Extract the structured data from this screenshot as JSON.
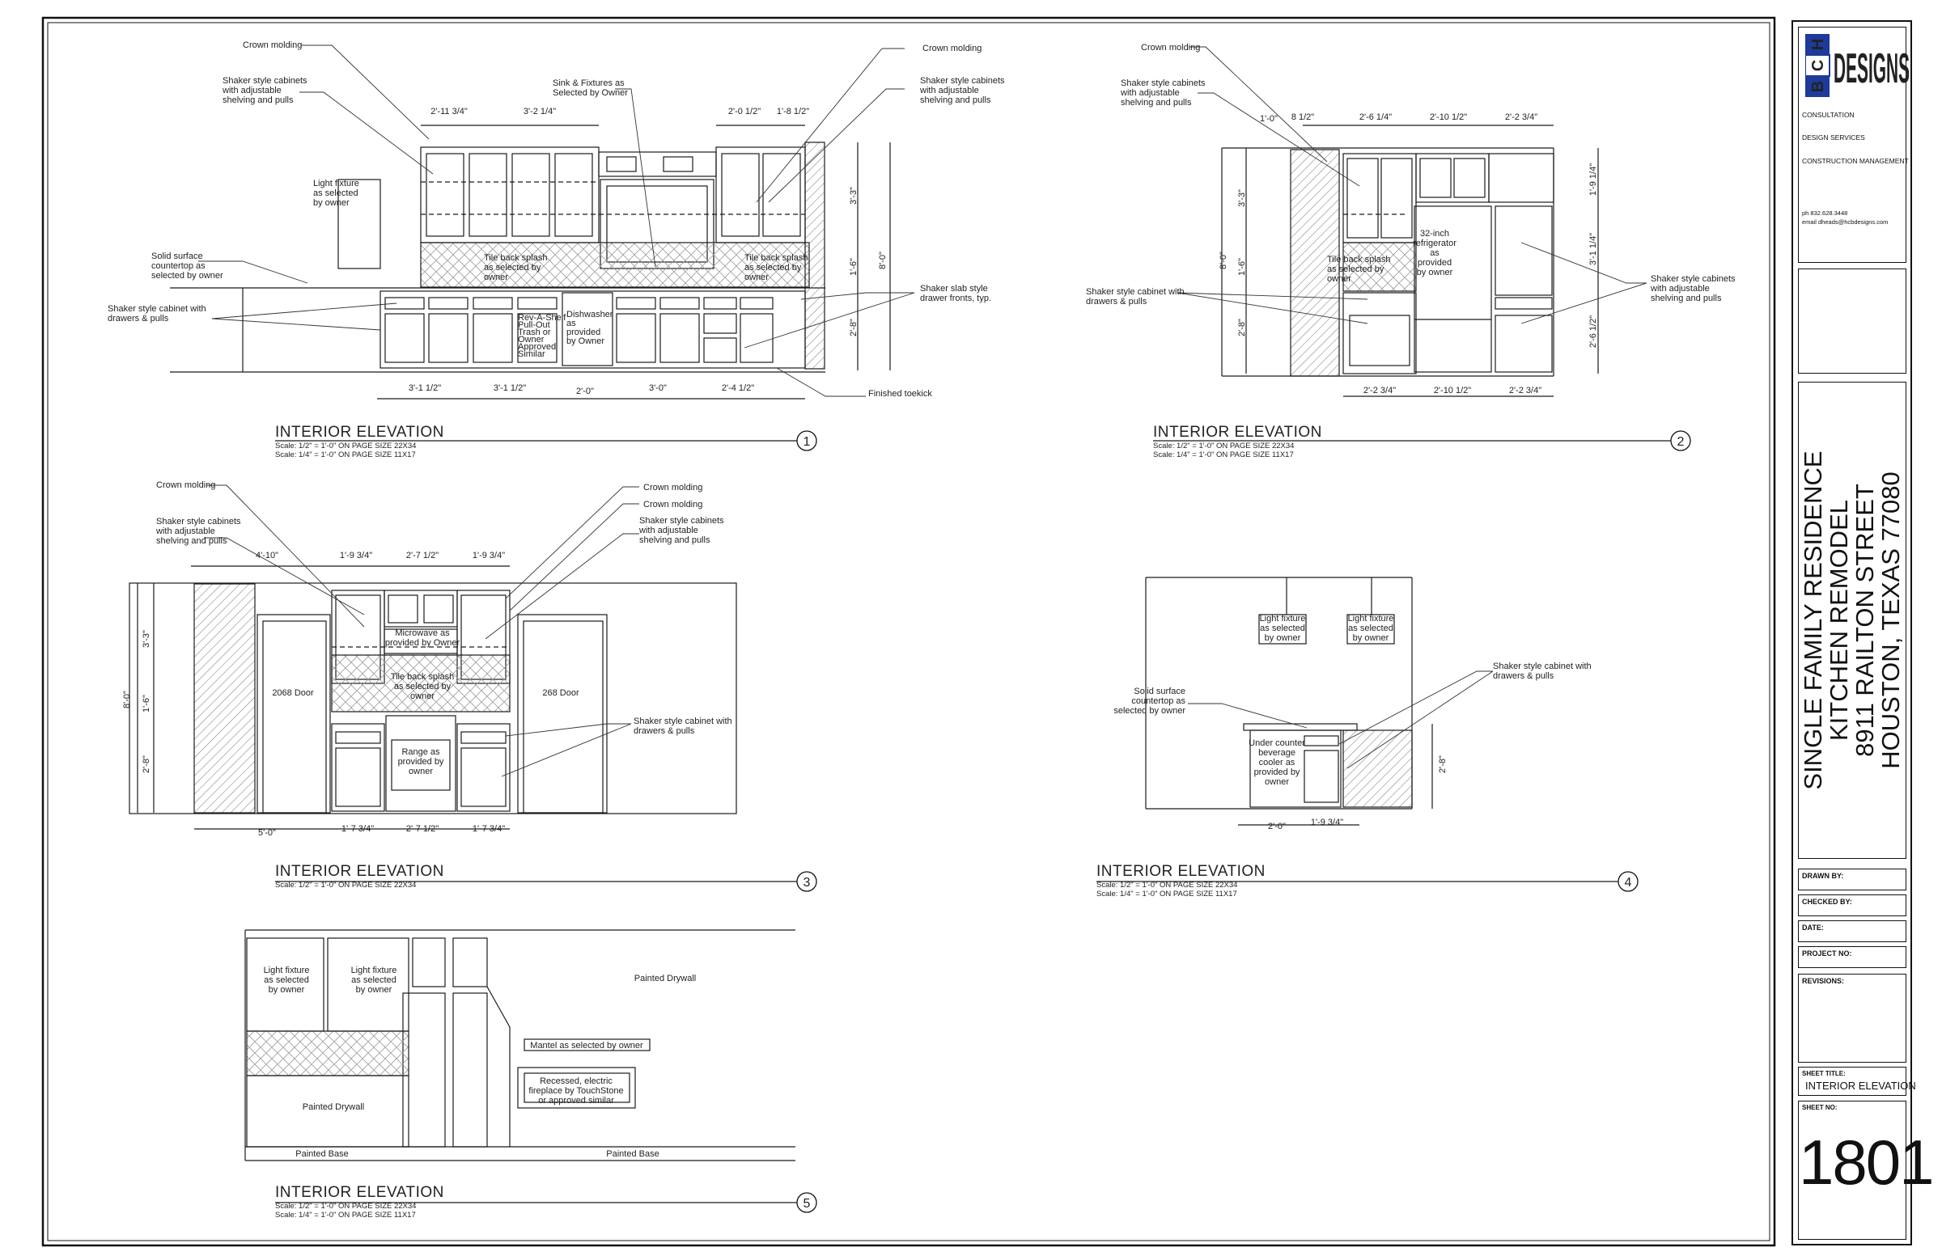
{
  "elevation_title": "INTERIOR ELEVATION",
  "scale_22x34": "Scale: 1/2\" = 1'-0\" ON PAGE SIZE 22X34",
  "scale_11x17": "Scale: 1/4\" = 1'-0\" ON PAGE SIZE 11X17",
  "elevations": [
    {
      "number": "1"
    },
    {
      "number": "2"
    },
    {
      "number": "3"
    },
    {
      "number": "4"
    },
    {
      "number": "5"
    }
  ],
  "e1": {
    "labels": {
      "crown": "Crown molding",
      "shaker_l": [
        "Shaker style cabinets",
        "with  adjustable",
        "shelving and pulls"
      ],
      "light": [
        "Light fixture",
        "as selected",
        "by owner"
      ],
      "solid": [
        "Solid surface",
        "countertop as",
        "selected by owner"
      ],
      "drawers": [
        "Shaker style cabinet with",
        "drawers & pulls"
      ],
      "sink": [
        "Sink & Fixtures as",
        "Selected by Owner"
      ],
      "tile_l": [
        "Tile back splash",
        "as selected by",
        "owner"
      ],
      "tile_r": [
        "Tile back splash",
        "as selected by",
        "owner"
      ],
      "crown_r": "Crown molding",
      "shaker_r": [
        "Shaker style cabinets",
        "with  adjustable",
        "shelving and pulls"
      ],
      "slab": [
        "Shaker slab style",
        "drawer fronts, typ."
      ],
      "dishwasher": [
        "Dishwasher",
        "as",
        "provided",
        "by Owner"
      ],
      "trash": [
        "Rev-A-Shelf",
        "Pull-Out",
        "Trash or",
        "Owner",
        "Approved",
        "Similar"
      ],
      "toekick": "Finished toekick"
    },
    "dims_top": [
      "2'-11 3/4\"",
      "3'-2 1/4\"",
      "2'-0 1/2\"",
      "1'-8 1/2\""
    ],
    "dims_bottom": [
      "3'-1 1/2\"",
      "3'-1 1/2\"",
      "2'-0\"",
      "3'-0\"",
      "2'-4 1/2\""
    ],
    "dims_right": [
      "3'-3\"",
      "1'-6\"",
      "2'-8\"",
      "8'-0\""
    ]
  },
  "e2": {
    "labels": {
      "crown": "Crown molding",
      "shaker_t": [
        "Shaker style cabinets",
        "with  adjustable",
        "shelving and pulls"
      ],
      "tile": [
        "Tile back splash",
        "as selected by",
        "owner"
      ],
      "drawers": [
        "Shaker style cabinet with",
        "drawers & pulls"
      ],
      "fridge": [
        "32-inch",
        "refrigerator",
        "as",
        "provided",
        "by owner"
      ],
      "shaker_r": [
        "Shaker style cabinets",
        "with  adjustable",
        "shelving and pulls"
      ]
    },
    "dims_top": [
      "1'-0\"",
      "8 1/2\"",
      "2'-6 1/4\"",
      "2'-10 1/2\"",
      "2'-2 3/4\""
    ],
    "dims_bottom": [
      "2'-2 3/4\"",
      "2'-10 1/2\"",
      "2'-2 3/4\""
    ],
    "dims_left": [
      "3'-3\"",
      "1'-6\"",
      "2'-8\"",
      "8'-0\""
    ],
    "dims_right": [
      "1'-9 1/4\"",
      "3'-1 1/4\"",
      "2'-6 1/2\""
    ]
  },
  "e3": {
    "labels": {
      "crown": "Crown molding",
      "shaker_l": [
        "Shaker style cabinets",
        "with  adjustable",
        "shelving and pulls"
      ],
      "crown_r1": "Crown molding",
      "crown_r2": "Crown molding",
      "shaker_r": [
        "Shaker style cabinets",
        "with  adjustable",
        "shelving and pulls"
      ],
      "microwave": [
        "Microwave as",
        "provided by Owner"
      ],
      "tile": [
        "Tile back splash",
        "as selected by",
        "owner"
      ],
      "door_l": "2068 Door",
      "door_r": "268 Door",
      "drawers": [
        "Shaker style cabinet with",
        "drawers & pulls"
      ],
      "range": [
        "Range as",
        "provided by",
        "owner"
      ]
    },
    "dims_top": [
      "4'-10\"",
      "1'-9 3/4\"",
      "2'-7 1/2\"",
      "1'-9 3/4\""
    ],
    "dims_bottom": [
      "5'-0\"",
      "1'-7 3/4\"",
      "2'-7 1/2\"",
      "1'-7 3/4\""
    ],
    "dims_left": [
      "3'-3\"",
      "1'-6\"",
      "2'-8\"",
      "8'-0\""
    ]
  },
  "e4": {
    "labels": {
      "light1": [
        "Light fixture",
        "as selected",
        "by owner"
      ],
      "light2": [
        "Light fixture",
        "as selected",
        "by owner"
      ],
      "solid": [
        "Solid surface",
        "countertop as",
        "selected by owner"
      ],
      "drawers": [
        "Shaker style cabinet with",
        "drawers & pulls"
      ],
      "cooler": [
        "Under counter",
        "beverage",
        "cooler as",
        "provided by",
        "owner"
      ]
    },
    "dims_bottom": [
      "2'-0\"",
      "1'-9 3/4\""
    ],
    "dims_right": [
      "2'-8\""
    ]
  },
  "e5": {
    "labels": {
      "light1": [
        "Light fixture",
        "as selected",
        "by owner"
      ],
      "light2": [
        "Light fixture",
        "as selected",
        "by owner"
      ],
      "drywall_top": "Painted Drywall",
      "drywall_l": "Painted Drywall",
      "mantel": "Mantel as selected by owner",
      "fireplace": [
        "Recessed, electric",
        "fireplace by TouchStone",
        "or approved similar"
      ],
      "base_l": "Painted Base",
      "base_r": "Painted Base"
    }
  },
  "title_block": {
    "logo_letters": [
      "H",
      "C",
      "B"
    ],
    "logo_word": "DESIGNS",
    "services": [
      "CONSULTATION",
      "DESIGN SERVICES",
      "CONSTRUCTION MANAGEMENT"
    ],
    "phone": "ph    832.628.3448",
    "email": "email  dheads@hcbdesigns.com",
    "project_lines": [
      "SINGLE FAMILY RESIDENCE",
      "KITCHEN REMODEL",
      "8911 RAILTON STREET",
      "HOUSTON, TEXAS 77080"
    ],
    "drawn_by": "DRAWN  BY:",
    "checked_by": "CHECKED  BY:",
    "date": "DATE:",
    "project_no": "PROJECT  NO:",
    "revisions": "REVISIONS:",
    "sheet_title_label": "SHEET  TITLE:",
    "sheet_title": "INTERIOR ELEVATION",
    "sheet_no_label": "SHEET  NO:",
    "sheet_no": "1801"
  },
  "colors": {
    "line": "#1a1a1a",
    "logo_blue": "#1e3a9a"
  }
}
